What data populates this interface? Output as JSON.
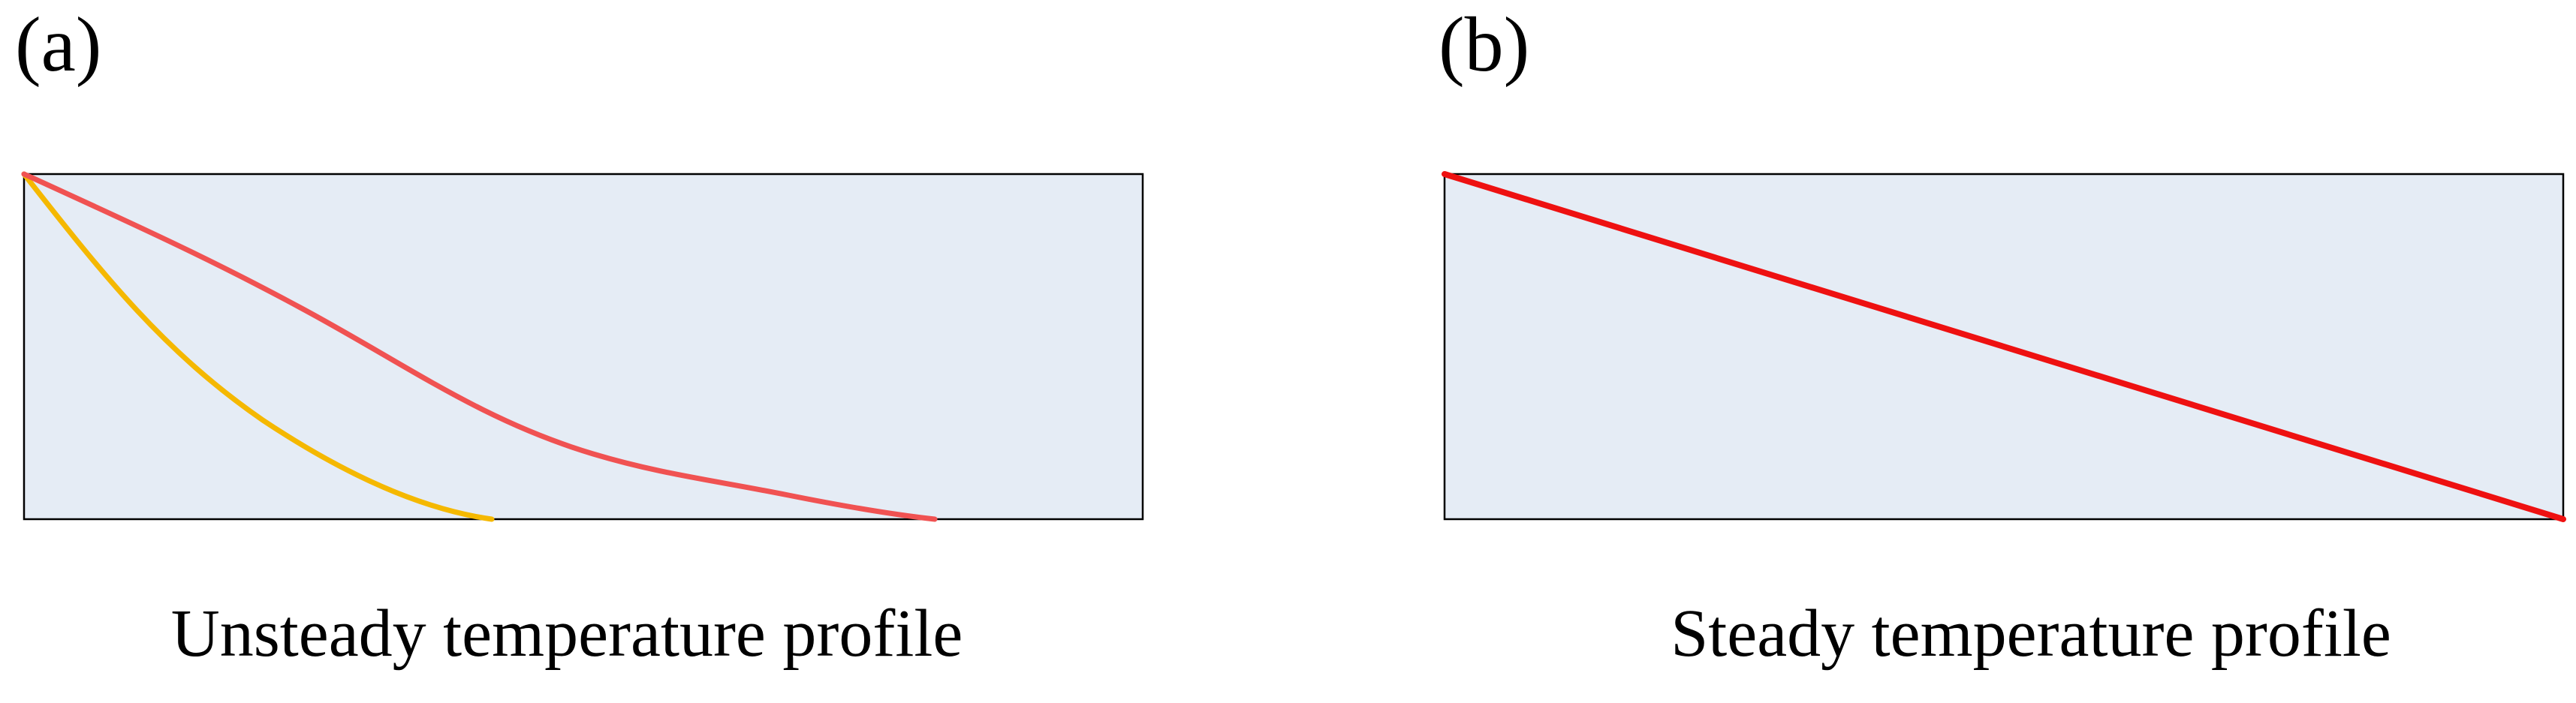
{
  "panels": [
    {
      "tag": "(a)",
      "caption": "Unsteady temperature profile",
      "domain_fill": "#e5ecf5",
      "curves": [
        {
          "color": "#f5b800"
        },
        {
          "color": "#f05252"
        }
      ]
    },
    {
      "tag": "(b)",
      "caption": "Steady temperature profile",
      "domain_fill": "#e5ecf5",
      "curves": [
        {
          "color": "#ee1111"
        }
      ]
    }
  ]
}
